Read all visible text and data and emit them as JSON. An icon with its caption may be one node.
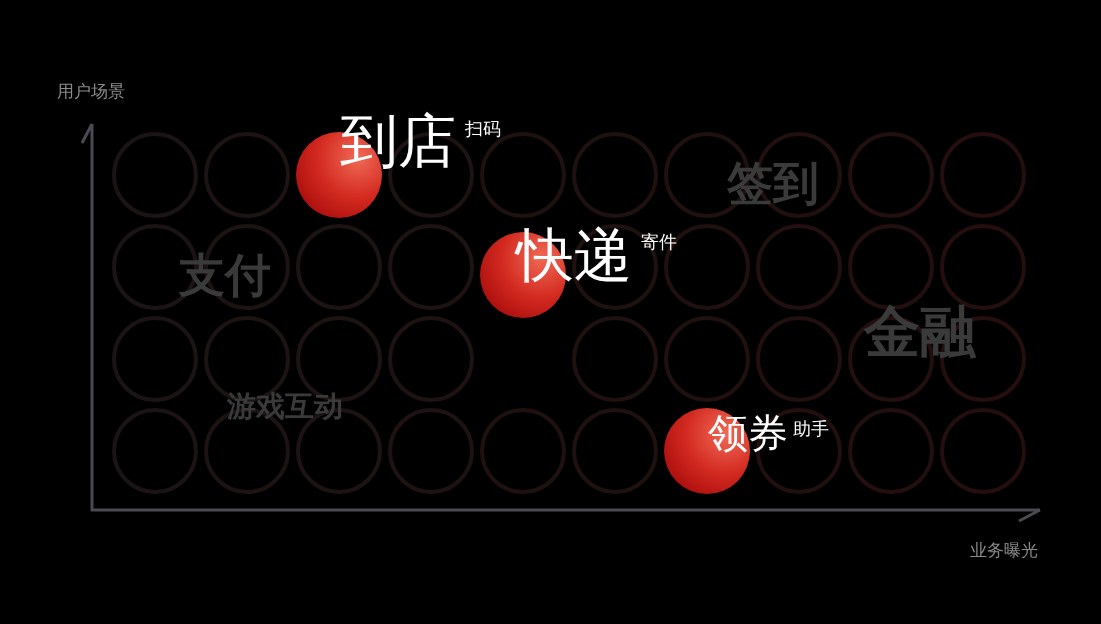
{
  "diagram": {
    "nodes": [
      {
        "text": [
          "到店",
          "扫码"
        ]
      },
      {
        "text": [
          "快递",
          "寄件"
        ]
      },
      {
        "text": [
          "领券",
          "助手"
        ]
      }
    ],
    "labels": [
      "用户场景",
      "签到",
      "支付",
      "金融",
      "游戏互动",
      "业务曝光"
    ]
  }
}
